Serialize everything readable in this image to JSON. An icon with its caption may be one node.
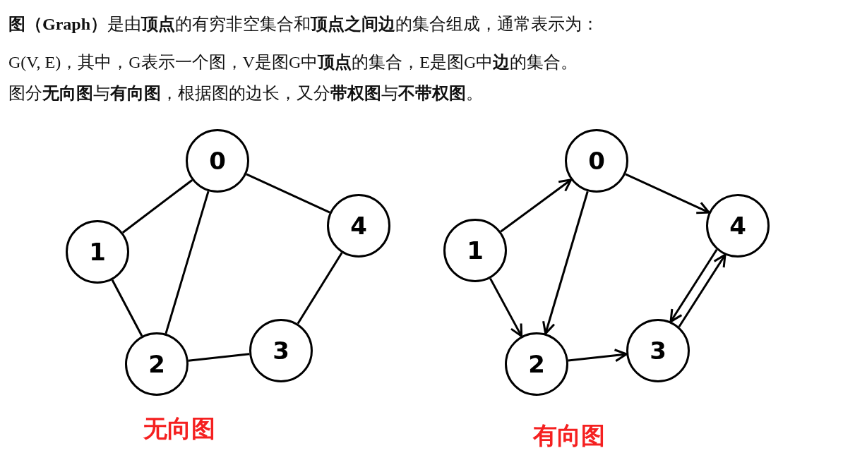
{
  "diagram": {
    "nodes": [
      {
        "text": [
          "0"
        ]
      },
      {
        "text": [
          "1"
        ]
      },
      {
        "text": [
          "2"
        ]
      },
      {
        "text": [
          "3"
        ]
      },
      {
        "text": [
          "4"
        ]
      },
      {
        "text": [
          "0"
        ]
      },
      {
        "text": [
          "1"
        ]
      },
      {
        "text": [
          "2"
        ]
      },
      {
        "text": [
          "3"
        ]
      },
      {
        "text": [
          "4"
        ]
      }
    ],
    "edges": [
      {
        "from": 0,
        "to": 1,
        "arrow": "none"
      },
      {
        "from": 0,
        "to": 2,
        "arrow": "none"
      },
      {
        "from": 0,
        "to": 4,
        "arrow": "none"
      },
      {
        "from": 1,
        "to": 2,
        "arrow": "none"
      },
      {
        "from": 2,
        "to": 3,
        "arrow": "none"
      },
      {
        "from": 3,
        "to": 4,
        "arrow": "none"
      },
      {
        "from": 6,
        "to": 5,
        "arrow": "to"
      },
      {
        "from": 6,
        "to": 7,
        "arrow": "to"
      },
      {
        "from": 5,
        "to": 7,
        "arrow": "to"
      },
      {
        "from": 5,
        "to": 9,
        "arrow": "to"
      },
      {
        "from": 7,
        "to": 8,
        "arrow": "to"
      },
      {
        "from": 8,
        "to": 9,
        "arrow": "to"
      },
      {
        "from": 9,
        "to": 8,
        "arrow": "to"
      }
    ],
    "labels": [
      "**图（Graph）**是由**顶点**的有穷非空集合和**顶点之间边**的集合组成，通常表示为：",
      "G(V, E)，其中，G表示一个图，V是图G中**顶点**的集合，E是图G中**边**的集合。",
      "图分**无向图**与**有向图**，根据图的边长，又分**带权图**与**不带权图**。",
      "无向图",
      "有向图"
    ]
  }
}
